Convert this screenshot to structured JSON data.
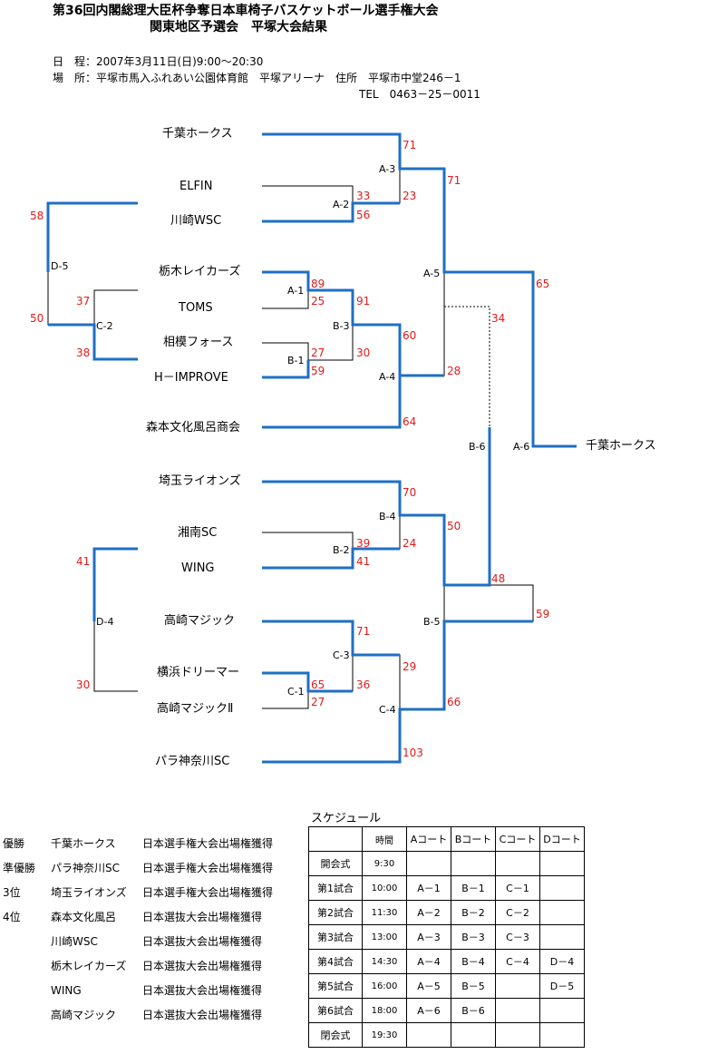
{
  "header": {
    "title1": "第36回内閣総理大臣杯争奪日本車椅子バスケットボール選手権大会",
    "title2": "関東地区予選会　平塚大会結果",
    "date_label": "日　程：",
    "date": "2007年3月11日(日)9:00～20:30",
    "place_label": "場　所：",
    "place": "平塚市馬入ふれあい公園体育館　平塚アリーナ　住所　平塚市中堂246－1",
    "tel": "TEL　0463－25－0011"
  },
  "teams": {
    "t1": "千葉ホークス",
    "t2": "ELFIN",
    "t3": "川崎WSC",
    "t4": "栃木レイカーズ",
    "t5": "TOMS",
    "t6": "相模フォース",
    "t7": "H－IMPROVE",
    "t8": "森本文化風呂商会",
    "t9": "埼玉ライオンズ",
    "t10": "湘南SC",
    "t11": "WING",
    "t12": "高崎マジック",
    "t13": "横浜ドリーマー",
    "t14": "高崎マジックⅡ",
    "t15": "パラ神奈川SC",
    "champion": "千葉ホークス"
  },
  "codes": {
    "A1": "A-1",
    "A2": "A-2",
    "A3": "A-3",
    "A4": "A-4",
    "A5": "A-5",
    "A6": "A-6",
    "B1": "B-1",
    "B2": "B-2",
    "B3": "B-3",
    "B4": "B-4",
    "B5": "B-5",
    "B6": "B-6",
    "C1": "C-1",
    "C2": "C-2",
    "C3": "C-3",
    "C4": "C-4",
    "D4": "D-4",
    "D5": "D-5"
  },
  "scores": {
    "a3_top": "71",
    "a2_top": "33",
    "a3_bot": "23",
    "a2_bot": "56",
    "a5_top": "71",
    "a1_top": "89",
    "a1_bot": "25",
    "b3_top": "91",
    "b1_top": "27",
    "b3_bot": "30",
    "b1_bot": "59",
    "a4_top": "60",
    "a5_bot": "28",
    "a4_bot": "64",
    "a6_top": "65",
    "b6_top": "34",
    "d5_top": "58",
    "d5_bot": "50",
    "c2_top": "37",
    "c2_bot": "38",
    "b4_top": "70",
    "b5_top": "50",
    "b2_top": "39",
    "b4_bot": "24",
    "b2_bot": "41",
    "b6_bot": "48",
    "d4_top": "41",
    "d4_bot": "30",
    "c3_top": "71",
    "a6_bot": "59",
    "c4_top": "29",
    "c1_top": "65",
    "c3_bot": "36",
    "c1_bot": "27",
    "b5_bot": "66",
    "c4_bot": "103"
  },
  "results": [
    {
      "rank": "優勝",
      "team": "千葉ホークス",
      "note": "日本選手権大会出場権獲得"
    },
    {
      "rank": "準優勝",
      "team": "パラ神奈川SC",
      "note": "日本選手権大会出場権獲得"
    },
    {
      "rank": "3位",
      "team": "埼玉ライオンズ",
      "note": "日本選手権大会出場権獲得"
    },
    {
      "rank": "4位",
      "team": "森本文化風呂",
      "note": "日本選抜大会出場権獲得"
    },
    {
      "rank": "",
      "team": "川崎WSC",
      "note": "日本選抜大会出場権獲得"
    },
    {
      "rank": "",
      "team": "栃木レイカーズ",
      "note": "日本選抜大会出場権獲得"
    },
    {
      "rank": "",
      "team": "WING",
      "note": "日本選抜大会出場権獲得"
    },
    {
      "rank": "",
      "team": "高崎マジック",
      "note": "日本選抜大会出場権獲得"
    }
  ],
  "schedule": {
    "title": "スケジュール",
    "headers": [
      "",
      "時間",
      "Aコート",
      "Bコート",
      "Cコート",
      "Dコート"
    ],
    "rows": [
      [
        "開会式",
        "9:30",
        "",
        "",
        "",
        ""
      ],
      [
        "第1試合",
        "10:00",
        "A－1",
        "B－1",
        "C－1",
        ""
      ],
      [
        "第2試合",
        "11:30",
        "A－2",
        "B－2",
        "C－2",
        ""
      ],
      [
        "第3試合",
        "13:00",
        "A－3",
        "B－3",
        "C－3",
        ""
      ],
      [
        "第4試合",
        "14:30",
        "A－4",
        "B－4",
        "C－4",
        "D－4"
      ],
      [
        "第5試合",
        "16:00",
        "A－5",
        "B－5",
        "",
        "D－5"
      ],
      [
        "第6試合",
        "18:00",
        "A－6",
        "B－6",
        "",
        ""
      ],
      [
        "閉会式",
        "19:30",
        "",
        "",
        "",
        ""
      ]
    ]
  },
  "colors": {
    "winner_line": "#1f6fc5",
    "score": "#e31a1a",
    "thin_line": "#000000"
  }
}
